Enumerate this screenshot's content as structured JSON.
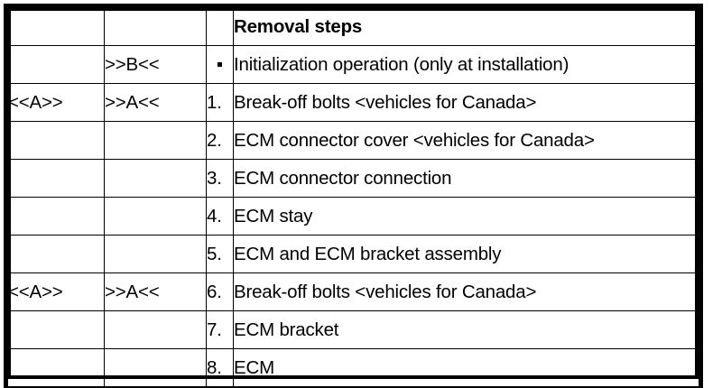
{
  "document": {
    "title": "Removal steps table",
    "background_color": "#ffffff",
    "text_color": "#000000",
    "border_color": "#000000"
  },
  "table": {
    "columns": [
      {
        "key": "mark_a",
        "header": ""
      },
      {
        "key": "mark_b",
        "header": ""
      },
      {
        "key": "number",
        "header": ""
      },
      {
        "key": "step",
        "header": "Removal steps"
      }
    ],
    "header": {
      "mark_a": "",
      "mark_b": "",
      "number": "",
      "step": "Removal steps"
    },
    "rows": [
      {
        "mark_a": "",
        "mark_b": ">>B<<",
        "number": "·",
        "number_is_bullet": true,
        "step": "Initialization operation (only at installation)"
      },
      {
        "mark_a": "<<A>>",
        "mark_b": ">>A<<",
        "number": "1.",
        "number_is_bullet": false,
        "step": "Break-off bolts <vehicles for Canada>"
      },
      {
        "mark_a": "",
        "mark_b": "",
        "number": "2.",
        "number_is_bullet": false,
        "step": "ECM connector cover <vehicles for Canada>"
      },
      {
        "mark_a": "",
        "mark_b": "",
        "number": "3.",
        "number_is_bullet": false,
        "step": "ECM connector connection"
      },
      {
        "mark_a": "",
        "mark_b": "",
        "number": "4.",
        "number_is_bullet": false,
        "step": "ECM stay"
      },
      {
        "mark_a": "",
        "mark_b": "",
        "number": "5.",
        "number_is_bullet": false,
        "step": "ECM and ECM bracket assembly"
      },
      {
        "mark_a": "<<A>>",
        "mark_b": ">>A<<",
        "number": "6.",
        "number_is_bullet": false,
        "step": "Break-off bolts <vehicles for Canada>"
      },
      {
        "mark_a": "",
        "mark_b": "",
        "number": "7.",
        "number_is_bullet": false,
        "step": "ECM bracket"
      },
      {
        "mark_a": "",
        "mark_b": "",
        "number": "8.",
        "number_is_bullet": false,
        "step": "ECM"
      }
    ]
  }
}
